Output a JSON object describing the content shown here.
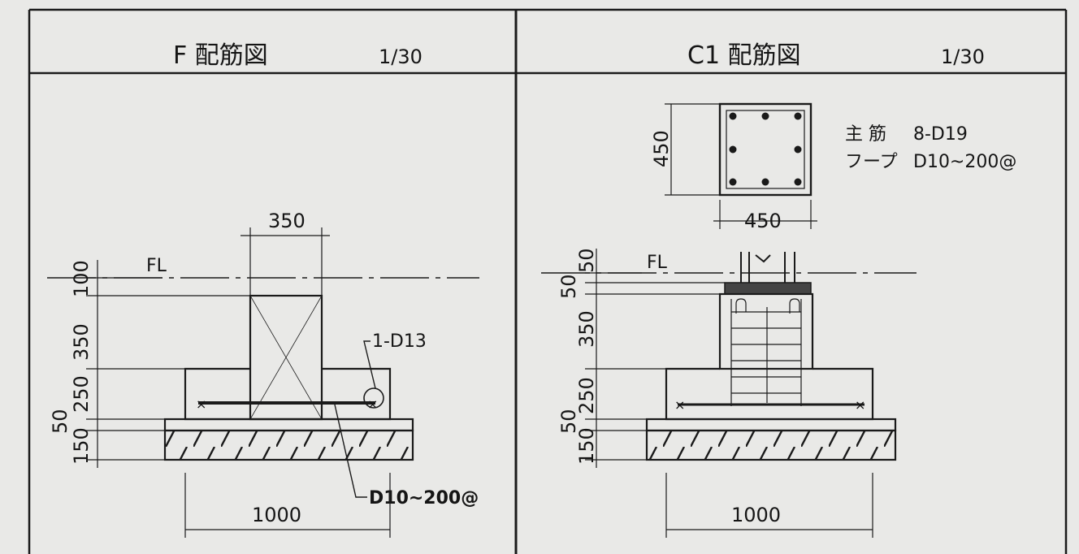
{
  "panels": {
    "left": {
      "title": "F 配筋図",
      "scale": "1/30",
      "dimensions": {
        "width_top": "350",
        "width_bottom": "1000",
        "v_100": "100",
        "v_350": "350",
        "v_250": "250",
        "v_50": "50",
        "v_150": "150"
      },
      "labels": {
        "fl": "FL",
        "rebar_top": "1-D13",
        "rebar_bottom": "D10~200@"
      }
    },
    "right": {
      "title": "C1 配筋図",
      "scale": "1/30",
      "section": {
        "height": "450",
        "width": "450",
        "main_bar_label": "主 筋",
        "main_bar_value": "8-D19",
        "hoop_label": "フープ",
        "hoop_value": "D10~200@"
      },
      "dimensions": {
        "width_bottom": "1000",
        "v_50a": "50",
        "v_50b": "50",
        "v_350": "350",
        "v_250": "250",
        "v_50c": "50",
        "v_150": "150"
      },
      "labels": {
        "fl": "FL"
      }
    }
  },
  "colors": {
    "paper": "#e9e9e7",
    "ink": "#1a1a1a"
  }
}
